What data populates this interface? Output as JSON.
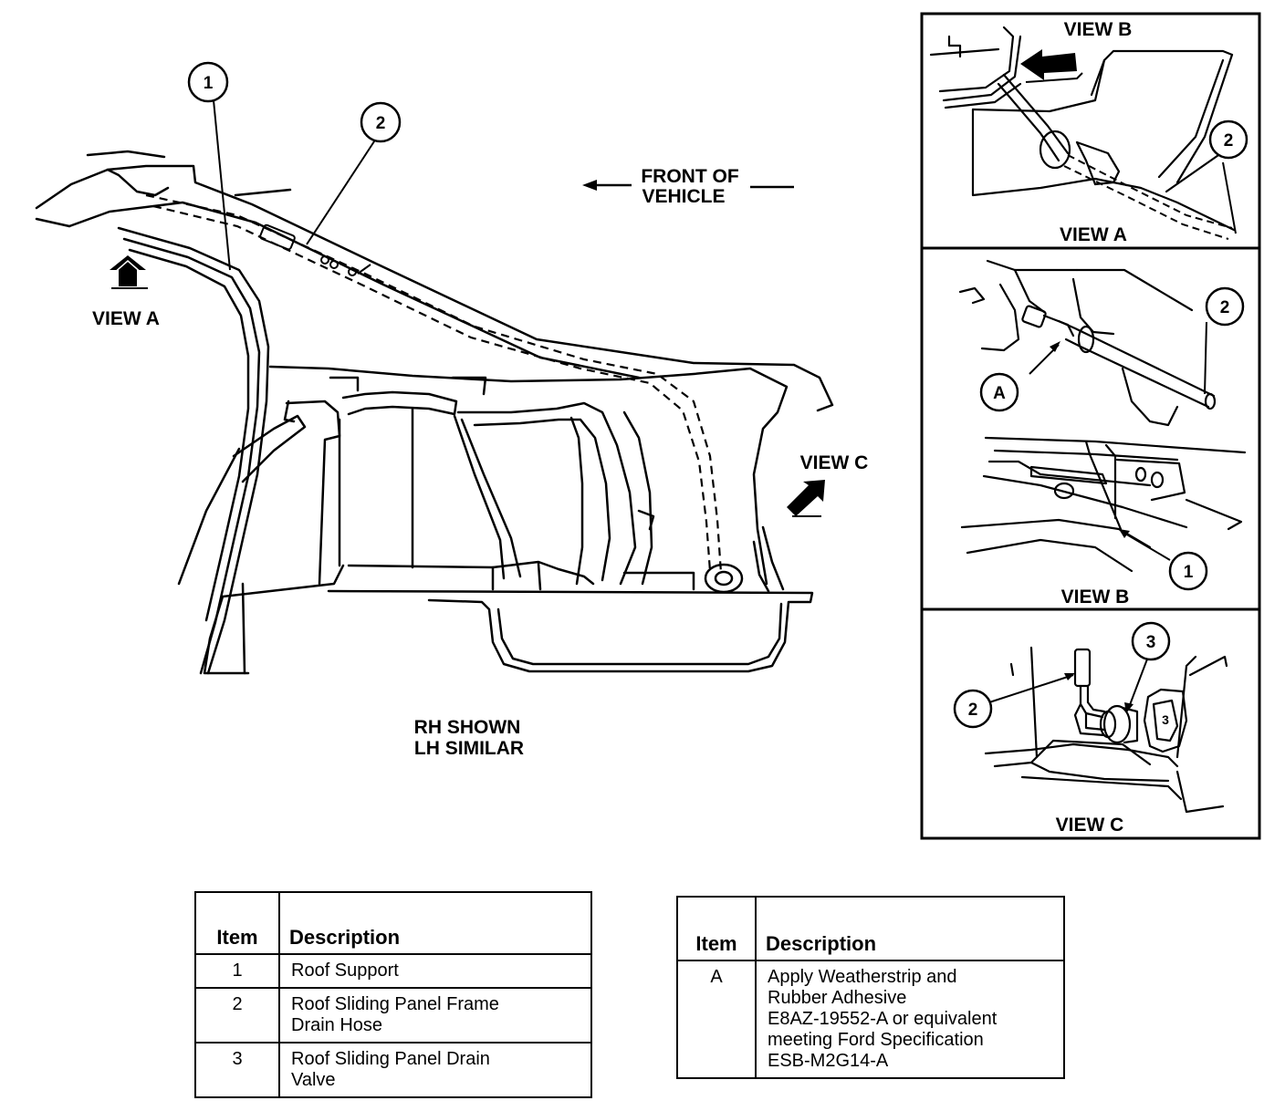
{
  "main_view": {
    "front_label_line1": "FRONT OF",
    "front_label_line2": "VEHICLE",
    "view_a_label": "VIEW A",
    "view_c_label": "VIEW C",
    "note_line1": "RH SHOWN",
    "note_line2": "LH SIMILAR",
    "callout_1": "1",
    "callout_2": "2"
  },
  "inset_a": {
    "title_top": "VIEW B",
    "title_bottom": "VIEW A",
    "callout_2": "2"
  },
  "inset_b": {
    "title_bottom": "VIEW B",
    "callout_2": "2",
    "callout_a": "A",
    "callout_1": "1"
  },
  "inset_c": {
    "title_bottom": "VIEW C",
    "callout_3": "3",
    "callout_2": "2",
    "grommet_number": "3"
  },
  "legend_items": {
    "header_item": "Item",
    "header_description": "Description",
    "rows": [
      {
        "item": "1",
        "description_line1": "Roof Support",
        "description_line2": ""
      },
      {
        "item": "2",
        "description_line1": "Roof Sliding Panel Frame",
        "description_line2": "Drain Hose"
      },
      {
        "item": "3",
        "description_line1": "Roof Sliding Panel Drain",
        "description_line2": "Valve"
      }
    ]
  },
  "legend_notes": {
    "header_item": "Item",
    "header_description": "Description",
    "rows": [
      {
        "item": "A",
        "lines": [
          "Apply Weatherstrip and",
          "Rubber Adhesive",
          "E8AZ-19552-A or equivalent",
          "meeting Ford Specification",
          "ESB-M2G14-A"
        ]
      }
    ]
  }
}
